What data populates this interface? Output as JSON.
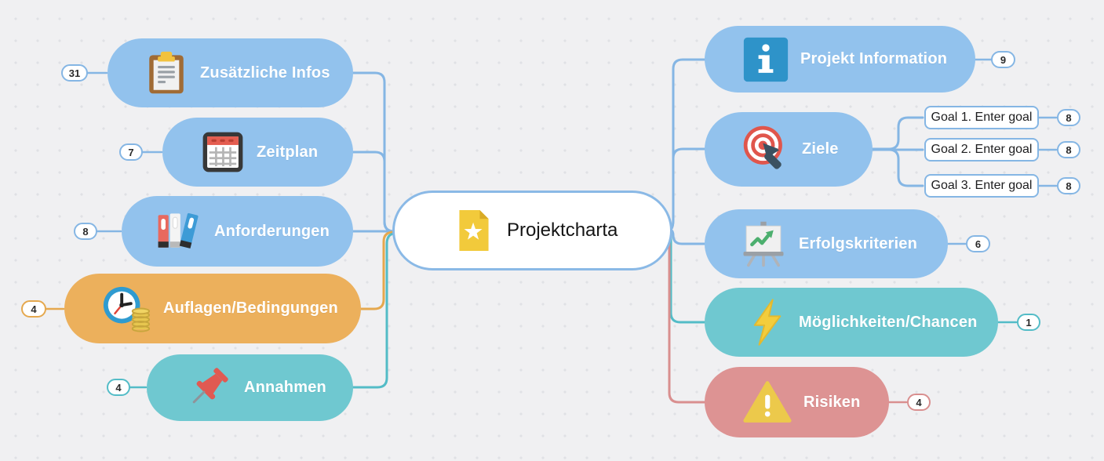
{
  "colors": {
    "background": "#f0f0f2",
    "dot_grid": "#e0e1e5",
    "node_blue": "#92c2ed",
    "node_teal": "#6fc8d0",
    "node_orange": "#ecb05c",
    "node_red": "#dd9393",
    "connector_blue": "#85b6e4",
    "connector_teal": "#53bcc7",
    "connector_orange": "#e5a84e",
    "connector_red": "#d98f8f",
    "center_border": "#8ab9e6"
  },
  "center": {
    "label": "Projektcharta",
    "icon": "document-star-icon"
  },
  "left_branch": {
    "nodes": [
      {
        "label": "Zusätzliche Infos",
        "icon": "clipboard-icon",
        "badge": "31",
        "color": "blue"
      },
      {
        "label": "Zeitplan",
        "icon": "calendar-icon",
        "badge": "7",
        "color": "blue"
      },
      {
        "label": "Anforderungen",
        "icon": "binders-icon",
        "badge": "8",
        "color": "blue"
      },
      {
        "label": "Auflagen/Bedingungen",
        "icon": "clock-coins-icon",
        "badge": "4",
        "color": "orange"
      },
      {
        "label": "Annahmen",
        "icon": "pushpin-icon",
        "badge": "4",
        "color": "teal"
      }
    ]
  },
  "right_branch": {
    "nodes": [
      {
        "label": "Projekt Information",
        "icon": "info-icon",
        "badge": "9",
        "color": "blue"
      },
      {
        "label": "Ziele",
        "icon": "target-arrow-icon",
        "color": "blue",
        "children": [
          {
            "label": "Goal 1. Enter goal",
            "badge": "8"
          },
          {
            "label": "Goal 2. Enter goal",
            "badge": "8"
          },
          {
            "label": "Goal 3. Enter goal",
            "badge": "8"
          }
        ]
      },
      {
        "label": "Erfolgskriterien",
        "icon": "presentation-chart-icon",
        "badge": "6",
        "color": "blue"
      },
      {
        "label": "Möglichkeiten/Chancen",
        "icon": "lightning-icon",
        "badge": "1",
        "color": "teal"
      },
      {
        "label": "Risiken",
        "icon": "warning-icon",
        "badge": "4",
        "color": "red"
      }
    ]
  }
}
